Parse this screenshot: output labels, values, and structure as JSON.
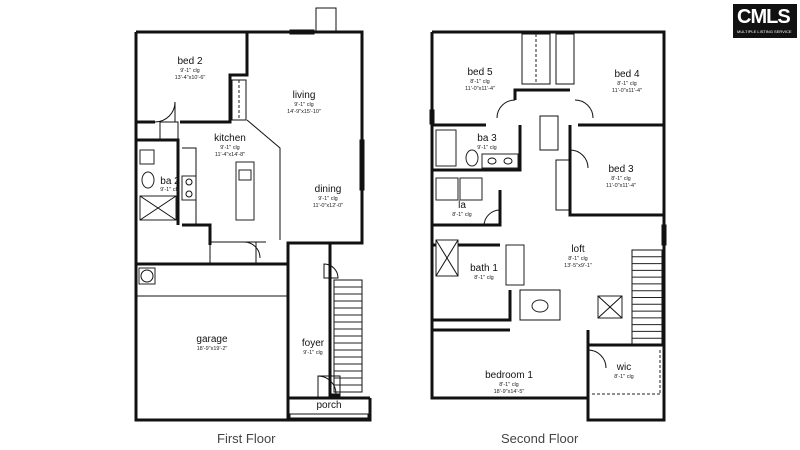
{
  "logo": {
    "text": "CMLS",
    "subtext": "MULTIPLE LISTING SERVICE"
  },
  "captions": {
    "first_floor": "First Floor",
    "second_floor": "Second Floor"
  },
  "first_floor": {
    "bed2": {
      "name": "bed 2",
      "clg": "9'-1\" clg",
      "size": "13'-4\"x10'-6\""
    },
    "living": {
      "name": "living",
      "clg": "9'-1\" clg",
      "size": "14'-9\"x15'-10\""
    },
    "kitchen": {
      "name": "kitchen",
      "clg": "9'-1\" clg",
      "size": "11'-4\"x14'-8\""
    },
    "ba2": {
      "name": "ba 2",
      "clg": "9'-1\" clg"
    },
    "dining": {
      "name": "dining",
      "clg": "9'-1\" clg",
      "size": "11'-0\"x12'-0\""
    },
    "garage": {
      "name": "garage",
      "size": "18'-9\"x19'-2\""
    },
    "foyer": {
      "name": "foyer",
      "clg": "9'-1\" clg"
    },
    "porch": {
      "name": "porch"
    }
  },
  "second_floor": {
    "bed5": {
      "name": "bed 5",
      "clg": "8'-1\" clg",
      "size": "11'-0\"x11'-4\""
    },
    "bed4": {
      "name": "bed 4",
      "clg": "8'-1\" clg",
      "size": "11'-0\"x11'-4\""
    },
    "ba3": {
      "name": "ba 3",
      "clg": "9'-1\" clg"
    },
    "bed3": {
      "name": "bed 3",
      "clg": "8'-1\" clg",
      "size": "11'-0\"x11'-4\""
    },
    "la": {
      "name": "la",
      "clg": "8'-1\" clg"
    },
    "loft": {
      "name": "loft",
      "clg": "8'-1\" clg",
      "size": "13'-5\"x9'-1\""
    },
    "bath1": {
      "name": "bath 1",
      "clg": "8'-1\" clg"
    },
    "bedroom1": {
      "name": "bedroom 1",
      "clg": "8'-1\" clg",
      "size": "18'-9\"x14'-5\""
    },
    "wic": {
      "name": "wic",
      "clg": "8'-1\" clg"
    }
  }
}
